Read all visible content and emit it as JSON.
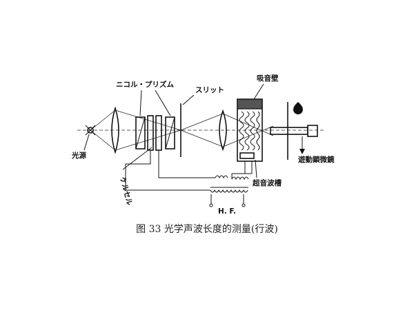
{
  "labels": {
    "nicol_prism": "ニコル・プリズム",
    "slit": "スリット",
    "absorber_wall": "吸音壁",
    "light_source": "光源",
    "kerr_cell": "ケルセル",
    "hf": "H. F.",
    "ultrasonic_tank": "超音波槽",
    "travelling_microscope": "遊動顕微鏡"
  },
  "caption": "图 33  光学声波长度的测量(行波)"
}
